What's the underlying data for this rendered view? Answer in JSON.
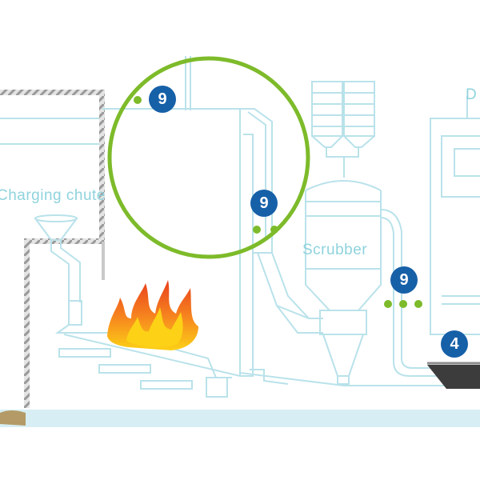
{
  "labels": {
    "charging_chute": "Charging chute",
    "scrubber": "Scrubber",
    "cutoff_letter": "D"
  },
  "badges": [
    "9",
    "9",
    "9",
    "4"
  ],
  "colors": {
    "line": "#b9e2ea",
    "label": "#8fd3dd",
    "badge": "#1660a8",
    "highlight": "#7dbb2a",
    "ground": "#d7eef4",
    "hatch": "#9a9a9a",
    "flame_outer": "#f6821f",
    "flame_inner": "#fcd116"
  },
  "icons": {
    "flame": "fire-icon"
  }
}
